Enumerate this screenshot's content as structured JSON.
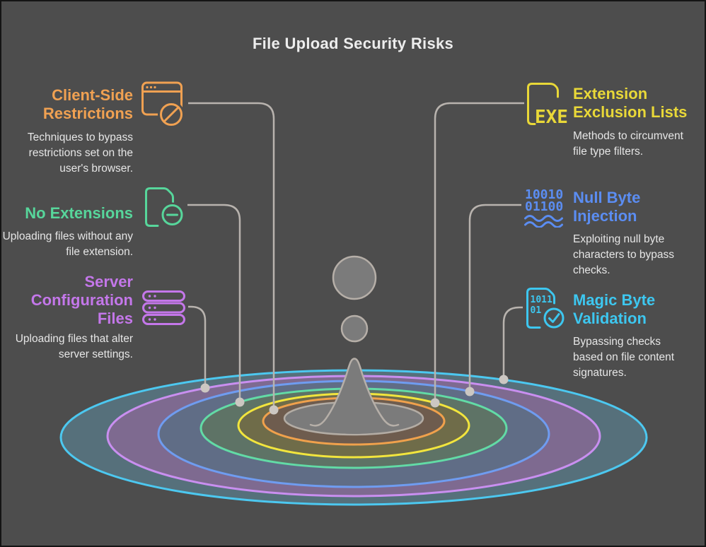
{
  "title": "File Upload Security Risks",
  "colors": {
    "background": "#4d4d4d",
    "title_text": "#ededed",
    "description_text": "#e6e6e6",
    "connector": "#b8b3ae",
    "connector_dot": "#ccc7c2",
    "splash": "#7b7b7b",
    "splash_outline": "#b6afa8"
  },
  "items": [
    {
      "heading": "Client-Side Restrictions",
      "description": "Techniques to bypass restrictions set on the user's browser.",
      "color": "#f0a152",
      "icon": "browser-blocked"
    },
    {
      "heading": "No Extensions",
      "description": "Uploading files without any file extension.",
      "color": "#57d69b",
      "icon": "file-minus"
    },
    {
      "heading": "Server Configuration Files",
      "description": "Uploading files that alter server settings.",
      "color": "#c477ea",
      "icon": "server-stack"
    },
    {
      "heading": "Extension Exclusion Lists",
      "description": "Methods to circumvent file type filters.",
      "color": "#e9d838",
      "icon": "exe-file",
      "icon_text": "EXE"
    },
    {
      "heading": "Null Byte Injection",
      "description": "Exploiting null byte characters to bypass checks.",
      "color": "#5b8df2",
      "icon": "binary-waves",
      "icon_text_line1": "10010",
      "icon_text_line2": "01100"
    },
    {
      "heading": "Magic Byte Validation",
      "description": "Bypassing checks based on file content signatures.",
      "color": "#3dc7f0",
      "icon": "file-binary-check",
      "icon_text_line1": "1011",
      "icon_text_line2": "01"
    }
  ],
  "ripples": [
    {
      "name": "cyan-outer",
      "line": "#4cc8f0",
      "band": "#56707b"
    },
    {
      "name": "purple",
      "line": "#c98ff0",
      "band": "#7e6a90"
    },
    {
      "name": "blue",
      "line": "#6f9cf0",
      "band": "#606d86"
    },
    {
      "name": "green",
      "line": "#62dba6",
      "band": "#5e7366"
    },
    {
      "name": "yellow",
      "line": "#f2e53d",
      "band": "#6f6c49"
    },
    {
      "name": "orange",
      "line": "#f0a14c",
      "band": "#6e5c4e"
    },
    {
      "name": "gray-inner",
      "line": "#b3aca4",
      "band": "#7b7b7b"
    }
  ]
}
